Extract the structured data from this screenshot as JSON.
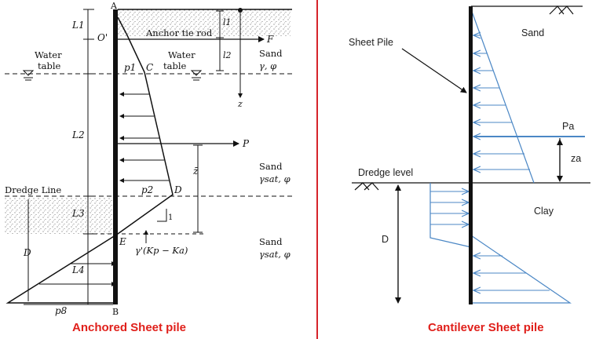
{
  "left_panel": {
    "caption": "Anchored Sheet pile",
    "point_labels": {
      "A": "A",
      "O_prime": "O'",
      "B": "B",
      "C": "C",
      "D": "D",
      "E": "E",
      "F": "F",
      "P": "P"
    },
    "dimension_labels": {
      "L1": "L1",
      "L2": "L2",
      "L3": "L3",
      "L4": "L4",
      "l1": "l1",
      "l2": "l2",
      "z_right": "z",
      "z_bar": "z̄",
      "D": "D",
      "one": "1"
    },
    "pressure_labels": {
      "p1": "p1",
      "p2": "p2",
      "p8": "p8"
    },
    "anchor_label": "Anchor tie rod",
    "water_table_left": [
      "Water",
      "table"
    ],
    "water_table_right": [
      "Water",
      "table"
    ],
    "soil_top": {
      "name": "Sand",
      "props": "γ, φ"
    },
    "soil_mid": {
      "name": "Sand",
      "props": "γsat, φ"
    },
    "soil_bottom": {
      "name": "Sand",
      "props": "γsat, φ"
    },
    "dredge_line_label": "Dredge Line",
    "slope_label": "γ'(Kp − Ka)"
  },
  "right_panel": {
    "caption": "Cantilever Sheet pile",
    "sheet_pile_label": "Sheet Pile",
    "soil_top": "Sand",
    "soil_bottom": "Clay",
    "dredge_level_label": "Dredge level",
    "force_label": "Pa",
    "depth_label": "za",
    "embed_label": "D"
  },
  "colors": {
    "divider": "#d6232a",
    "caption": "#e0201b",
    "pressure_blue": "#4b87c5"
  }
}
